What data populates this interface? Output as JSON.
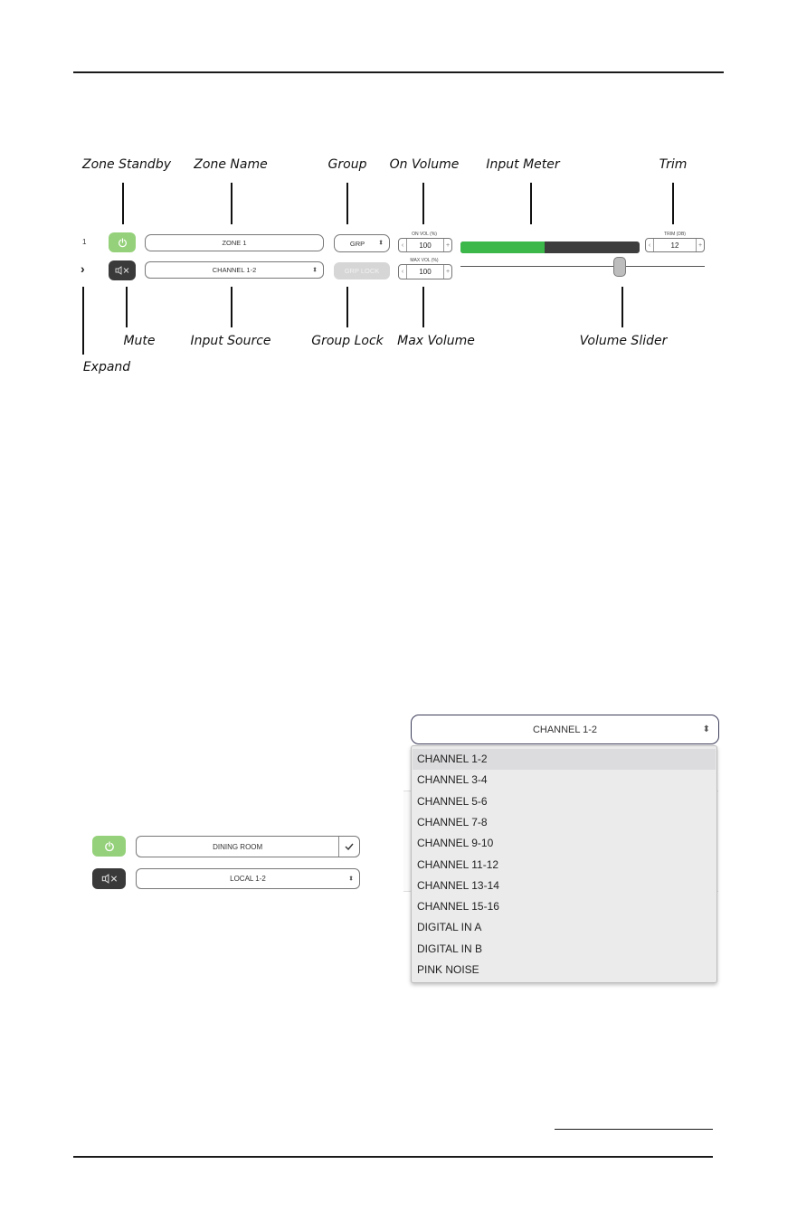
{
  "callouts": {
    "zone_standby": "Zone Standby",
    "zone_name": "Zone Name",
    "group": "Group",
    "on_volume": "On Volume",
    "input_meter": "Input Meter",
    "trim": "Trim",
    "mute": "Mute",
    "input_source": "Input Source",
    "group_lock": "Group Lock",
    "max_volume": "Max Volume",
    "volume_slider": "Volume Slider",
    "expand": "Expand"
  },
  "zone_row": {
    "zone_number": "1",
    "expand_glyph": "›",
    "zone_name": "ZONE 1",
    "input_source": "CHANNEL 1-2",
    "group": "GRP",
    "group_lock": "GRP LOCK",
    "on_vol_label": "ON VOL (%)",
    "on_vol_value": "100",
    "max_vol_label": "MAX VOL (%)",
    "max_vol_value": "100",
    "trim_label": "TRIM (dB)",
    "trim_value": "12",
    "meter_level": 0.47,
    "volume_level": 0.65
  },
  "edit_example": {
    "zone_name": "DINING ROOM",
    "input_source": "LOCAL 1-2"
  },
  "dropdown": {
    "selected": "CHANNEL 1-2",
    "options": [
      "CHANNEL 1-2",
      "CHANNEL 3-4",
      "CHANNEL 5-6",
      "CHANNEL 7-8",
      "CHANNEL 9-10",
      "CHANNEL 11-12",
      "CHANNEL 13-14",
      "CHANNEL 15-16",
      "DIGITAL IN A",
      "DIGITAL IN B",
      "PINK NOISE"
    ]
  },
  "colors": {
    "standby_green": "#95d17a",
    "mute_dark": "#3a3a3a",
    "meter_green": "#3cb84a",
    "meter_track": "#3d3d3d"
  },
  "icons": {
    "standby": "power-icon",
    "mute": "speaker-mute-icon",
    "confirm": "checkmark-icon",
    "select": "updown-caret-icon",
    "expand": "chevron-right-icon"
  }
}
